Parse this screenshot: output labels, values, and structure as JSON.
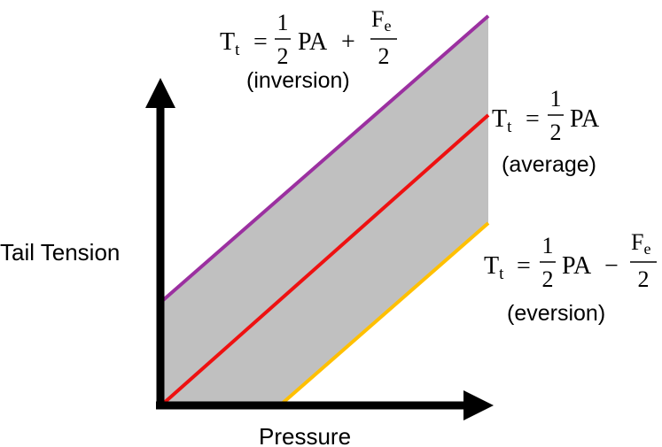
{
  "axes": {
    "y_label": "Tail Tension",
    "x_label": "Pressure"
  },
  "equations": {
    "inversion": {
      "lhs_base": "T",
      "lhs_sub": "t",
      "equals": "=",
      "frac1_num": "1",
      "frac1_den": "2",
      "pa": "PA",
      "operator": "+",
      "frac2_num_base": "F",
      "frac2_num_sub": "e",
      "frac2_den": "2",
      "note": "(inversion)"
    },
    "average": {
      "lhs_base": "T",
      "lhs_sub": "t",
      "equals": "=",
      "frac1_num": "1",
      "frac1_den": "2",
      "pa": "PA",
      "note": "(average)"
    },
    "eversion": {
      "lhs_base": "T",
      "lhs_sub": "t",
      "equals": "=",
      "frac1_num": "1",
      "frac1_den": "2",
      "pa": "PA",
      "operator": "−",
      "frac2_num_base": "F",
      "frac2_num_sub": "e",
      "frac2_den": "2",
      "note": "(eversion)"
    }
  },
  "colors": {
    "inversion_line": "#9b30a0",
    "average_line": "#ee1111",
    "eversion_line": "#ffc000",
    "band_fill": "#c0c0c0",
    "axis": "#000000"
  }
}
